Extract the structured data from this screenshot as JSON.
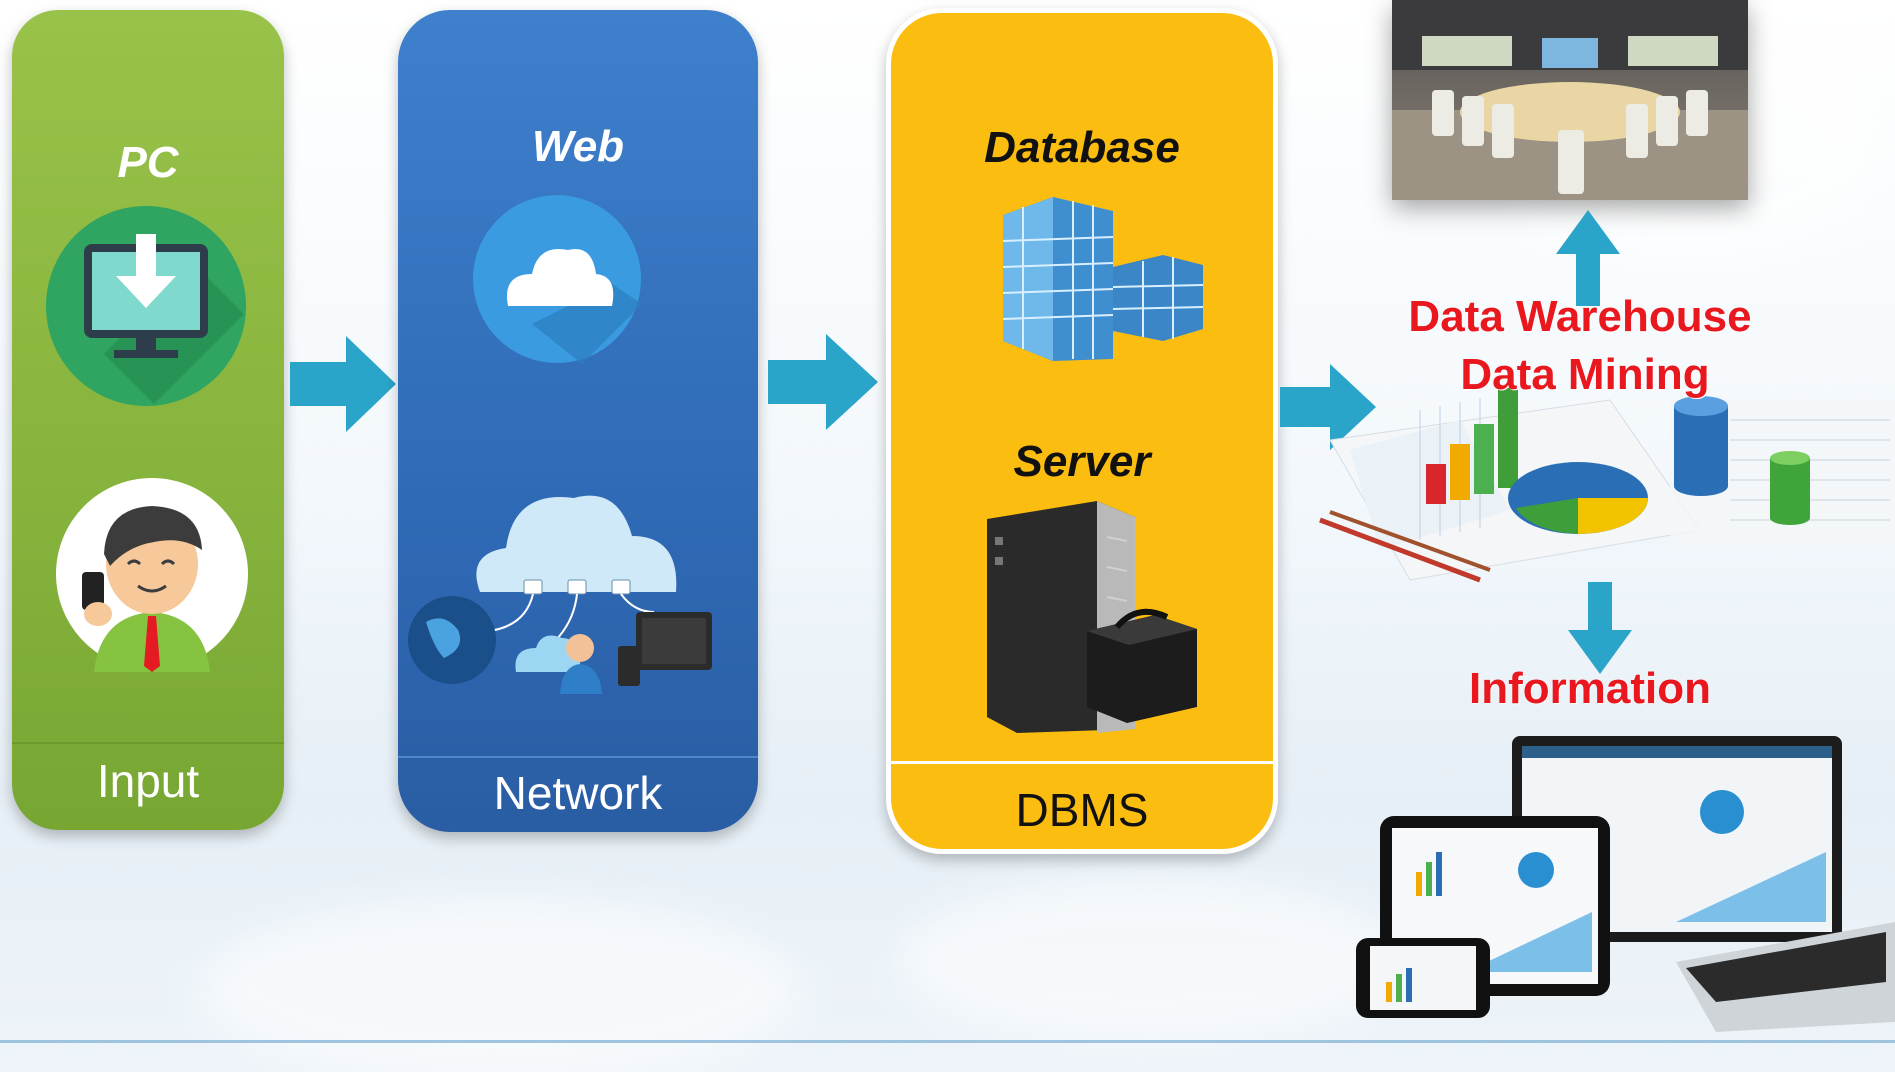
{
  "panels": {
    "input": {
      "title": "PC",
      "footer": "Input"
    },
    "network": {
      "title": "Web",
      "footer": "Network"
    },
    "dbms": {
      "title_top": "Database",
      "title_mid": "Server",
      "footer": "DBMS"
    }
  },
  "right": {
    "dw_line1": "Data Warehouse",
    "dw_line2": "Data Mining",
    "information": "Information"
  },
  "icons": [
    "download-monitor-icon",
    "person-phone-icon",
    "cloud-icon",
    "cloud-network-icon",
    "globe-icon",
    "building-icon",
    "server-icon",
    "report-charts-icon",
    "database-icon",
    "meeting-room-photo",
    "devices-icon"
  ],
  "colors": {
    "input_panel": "#86b33c",
    "network_panel": "#2f6ab6",
    "dbms_panel": "#fbbd0f",
    "arrow": "#2aa5c9",
    "label_red": "#e8181e"
  }
}
